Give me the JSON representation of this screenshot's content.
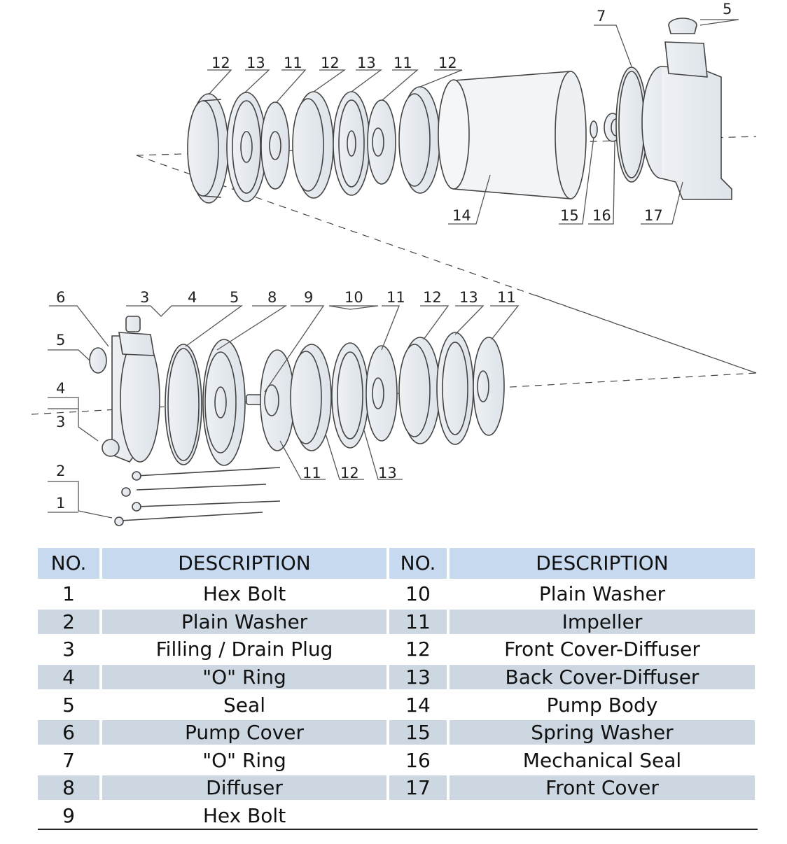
{
  "diagram": {
    "top_labels": [
      "12",
      "13",
      "11",
      "12",
      "13",
      "11",
      "12",
      "7",
      "5",
      "14",
      "15",
      "16",
      "17"
    ],
    "bottom_labels": [
      "6",
      "3",
      "4",
      "5",
      "8",
      "9",
      "10",
      "11",
      "12",
      "13",
      "11",
      "5",
      "4",
      "3",
      "2",
      "1",
      "11",
      "12",
      "13"
    ]
  },
  "table": {
    "headers": [
      "NO.",
      "DESCRIPTION",
      "NO.",
      "DESCRIPTION"
    ],
    "rows": [
      {
        "no1": "1",
        "desc1": "Hex Bolt",
        "no2": "10",
        "desc2": "Plain Washer"
      },
      {
        "no1": "2",
        "desc1": "Plain Washer",
        "no2": "11",
        "desc2": "Impeller"
      },
      {
        "no1": "3",
        "desc1": "Filling / Drain Plug",
        "no2": "12",
        "desc2": "Front Cover-Diffuser"
      },
      {
        "no1": "4",
        "desc1": "\"O\" Ring",
        "no2": "13",
        "desc2": "Back Cover-Diffuser"
      },
      {
        "no1": "5",
        "desc1": "Seal",
        "no2": "14",
        "desc2": "Pump Body"
      },
      {
        "no1": "6",
        "desc1": "Pump Cover",
        "no2": "15",
        "desc2": "Spring Washer"
      },
      {
        "no1": "7",
        "desc1": "\"O\" Ring",
        "no2": "16",
        "desc2": "Mechanical Seal"
      },
      {
        "no1": "8",
        "desc1": "Diffuser",
        "no2": "17",
        "desc2": "Front Cover"
      },
      {
        "no1": "9",
        "desc1": "Hex Bolt",
        "no2": "",
        "desc2": ""
      }
    ]
  },
  "colors": {
    "header_bg": "#c8daf0",
    "stripe_bg": "#ccd7e1",
    "line": "#555555"
  }
}
